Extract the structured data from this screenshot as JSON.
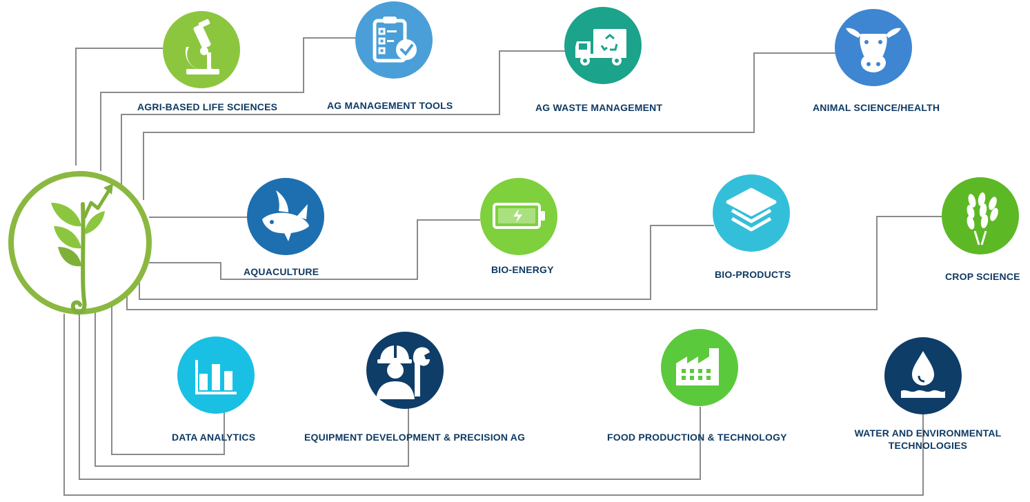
{
  "categories": [
    {
      "id": "agri-life",
      "label": "AGRI-BASED LIFE SCIENCES",
      "icon": "microscope-icon",
      "color": "#8cc63f"
    },
    {
      "id": "ag-mgmt",
      "label": "AG MANAGEMENT TOOLS",
      "icon": "clipboard-check-icon",
      "color": "#4a9fd8"
    },
    {
      "id": "ag-waste",
      "label": "AG WASTE MANAGEMENT",
      "icon": "recycling-truck-icon",
      "color": "#1ba38b"
    },
    {
      "id": "animal",
      "label": "ANIMAL SCIENCE/HEALTH",
      "icon": "cow-icon",
      "color": "#3e86d1"
    },
    {
      "id": "aquaculture",
      "label": "AQUACULTURE",
      "icon": "fish-icon",
      "color": "#1d6fb0"
    },
    {
      "id": "bio-energy",
      "label": "BIO-ENERGY",
      "icon": "battery-icon",
      "color": "#7ed03c"
    },
    {
      "id": "bio-products",
      "label": "BIO-PRODUCTS",
      "icon": "layers-icon",
      "color": "#33bfd9"
    },
    {
      "id": "crop",
      "label": "CROP SCIENCE",
      "icon": "wheat-icon",
      "color": "#5db825"
    },
    {
      "id": "data",
      "label": "DATA ANALYTICS",
      "icon": "bar-chart-icon",
      "color": "#19c0e3"
    },
    {
      "id": "equipment",
      "label": "EQUIPMENT DEVELOPMENT & PRECISION AG",
      "icon": "worker-wrench-icon",
      "color": "#0e3d68"
    },
    {
      "id": "food",
      "label": "FOOD PRODUCTION & TECHNOLOGY",
      "icon": "factory-icon",
      "color": "#5bc93c"
    },
    {
      "id": "water",
      "label_line1": "WATER AND ENVIRONMENTAL",
      "label_line2": "TECHNOLOGIES",
      "icon": "water-drop-icon",
      "color": "#0e3d68"
    }
  ],
  "hub": {
    "icon": "sprout-growth-icon",
    "color": "#8ab840"
  },
  "connector_color": "#8a8a8a"
}
